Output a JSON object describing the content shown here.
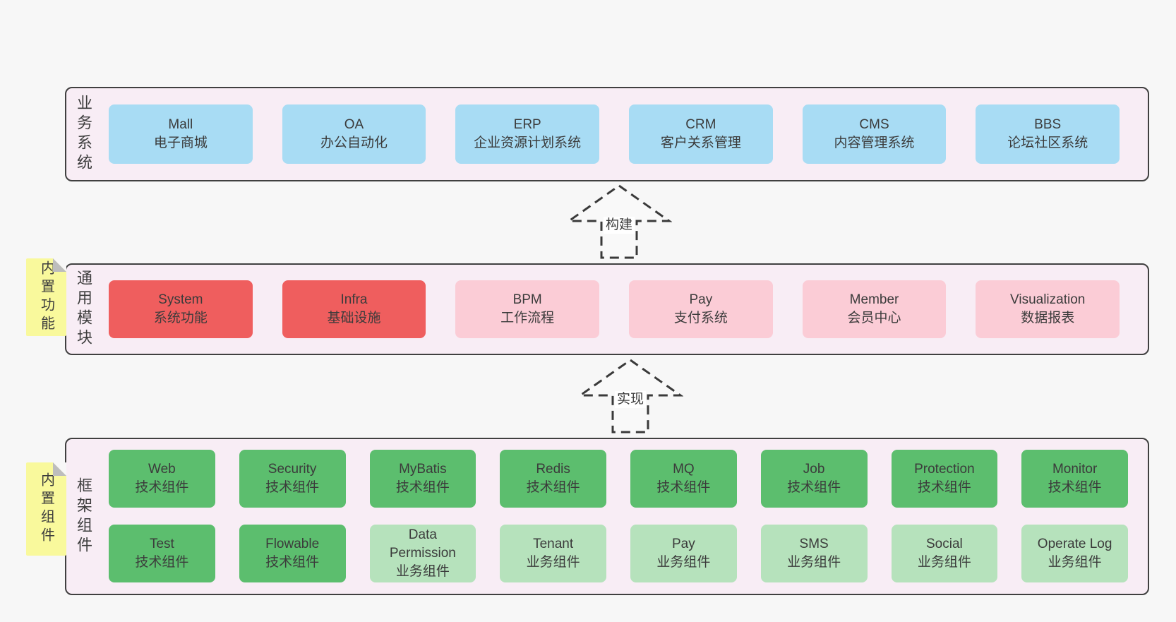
{
  "diagram": {
    "background": "#f7f7f7",
    "container_fill": "#f8edf5",
    "container_border": "#404040",
    "text_color": "#3b3b3b"
  },
  "palette": {
    "blue": "#a8dcf4",
    "red": "#ef5e5e",
    "pink": "#fbccd6",
    "green": "#5cbe6e",
    "light_green": "#b6e2bc",
    "note_yellow": "#f9f99c",
    "note_fold_gray": "#bdbdbd",
    "arrow_dash": "#3a3a3a"
  },
  "arrows": {
    "build": {
      "label": "构建"
    },
    "implement": {
      "label": "实现"
    }
  },
  "sections": {
    "business": {
      "label": "业务系统",
      "boxes": [
        {
          "name": "Mall",
          "desc": "电子商城"
        },
        {
          "name": "OA",
          "desc": "办公自动化"
        },
        {
          "name": "ERP",
          "desc": "企业资源计划系统"
        },
        {
          "name": "CRM",
          "desc": "客户关系管理"
        },
        {
          "name": "CMS",
          "desc": "内容管理系统"
        },
        {
          "name": "BBS",
          "desc": "论坛社区系统"
        }
      ]
    },
    "modules": {
      "label": "通用模块",
      "note": "内置功能",
      "boxes": [
        {
          "name": "System",
          "desc": "系统功能",
          "variant": "red"
        },
        {
          "name": "Infra",
          "desc": "基础设施",
          "variant": "red"
        },
        {
          "name": "BPM",
          "desc": "工作流程",
          "variant": "pink"
        },
        {
          "name": "Pay",
          "desc": "支付系统",
          "variant": "pink"
        },
        {
          "name": "Member",
          "desc": "会员中心",
          "variant": "pink"
        },
        {
          "name": "Visualization",
          "desc": "数据报表",
          "variant": "pink"
        }
      ]
    },
    "components": {
      "label": "框架组件",
      "note": "内置组件",
      "row1": [
        {
          "name": "Web",
          "desc": "技术组件",
          "variant": "green"
        },
        {
          "name": "Security",
          "desc": "技术组件",
          "variant": "green"
        },
        {
          "name": "MyBatis",
          "desc": "技术组件",
          "variant": "green"
        },
        {
          "name": "Redis",
          "desc": "技术组件",
          "variant": "green"
        },
        {
          "name": "MQ",
          "desc": "技术组件",
          "variant": "green"
        },
        {
          "name": "Job",
          "desc": "技术组件",
          "variant": "green"
        },
        {
          "name": "Protection",
          "desc": "技术组件",
          "variant": "green"
        },
        {
          "name": "Monitor",
          "desc": "技术组件",
          "variant": "green"
        }
      ],
      "row2": [
        {
          "name": "Test",
          "desc": "技术组件",
          "variant": "green"
        },
        {
          "name": "Flowable",
          "desc": "技术组件",
          "variant": "green"
        },
        {
          "name": "Data Permission",
          "desc": "业务组件",
          "variant": "light_green"
        },
        {
          "name": "Tenant",
          "desc": "业务组件",
          "variant": "light_green"
        },
        {
          "name": "Pay",
          "desc": "业务组件",
          "variant": "light_green"
        },
        {
          "name": "SMS",
          "desc": "业务组件",
          "variant": "light_green"
        },
        {
          "name": "Social",
          "desc": "业务组件",
          "variant": "light_green"
        },
        {
          "name": "Operate Log",
          "desc": "业务组件",
          "variant": "light_green"
        }
      ]
    }
  }
}
